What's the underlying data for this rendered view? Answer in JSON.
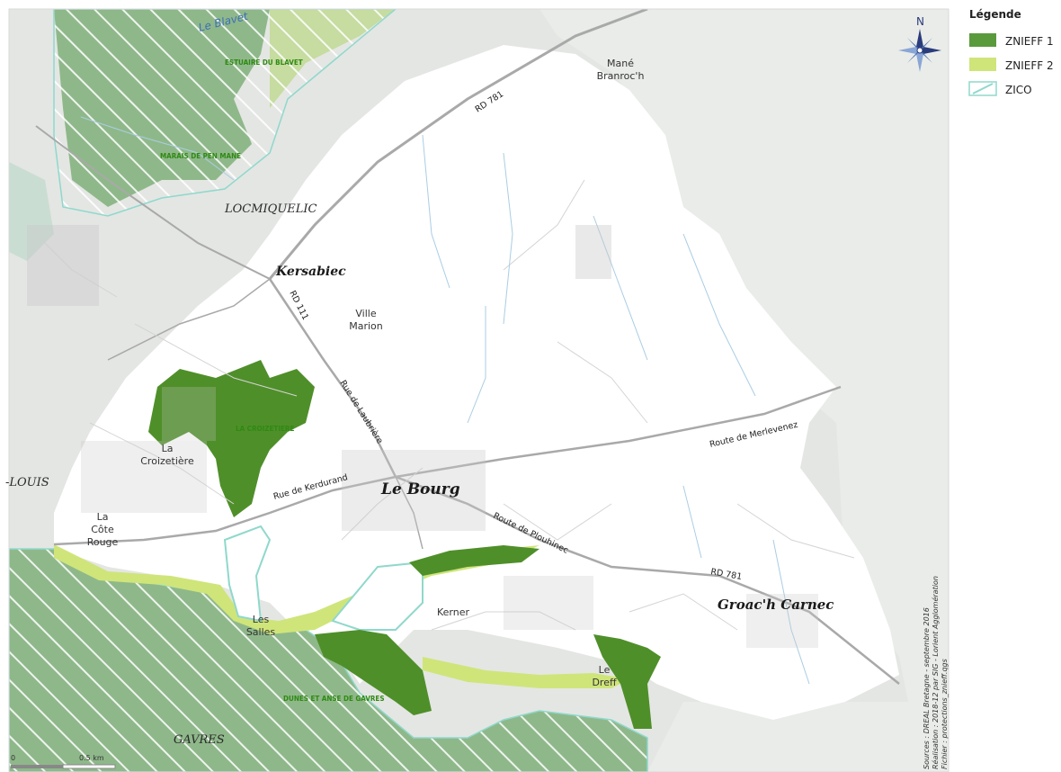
{
  "map": {
    "legend": {
      "title": "Légende",
      "items": [
        {
          "label": "ZNIEFF 1",
          "color": "#5a9a3d"
        },
        {
          "label": "ZNIEFF 2",
          "color": "#cfe57a"
        },
        {
          "label": "ZICO",
          "color": "#8fd8cc"
        }
      ]
    },
    "north_label": "N",
    "zones": {
      "estuaire": "ESTUAIRE DU BLAVET",
      "pen_mane": "MARAIS DE PEN MANE",
      "croizetiere": "LA CROIZETIERE",
      "gavres_dunes": "DUNES ET ANSE DE GAVRES"
    },
    "water": {
      "blavet": "Le Blavet"
    },
    "towns": {
      "locmiquelic": "LOCMIQUELIC",
      "port_louis": "-LOUIS",
      "gavres": "GAVRES"
    },
    "places": {
      "kersabiec": "Kersabiec",
      "le_bourg": "Le Bourg",
      "groach_carnec": "Groac'h Carnec",
      "mane_1": "Mané",
      "mane_2": "Branroc'h",
      "ville_1": "Ville",
      "ville_2": "Marion",
      "croiz_1": "La",
      "croiz_2": "Croizetière",
      "cote_1": "La",
      "cote_2": "Côte",
      "cote_3": "Rouge",
      "salles_1": "Les",
      "salles_2": "Salles",
      "kerner": "Kerner",
      "dreff_1": "Le",
      "dreff_2": "Dreff"
    },
    "roads": {
      "rd781_north": "RD 781",
      "rd111": "RD 111",
      "laubriere": "Rue de Laubrière",
      "kerdurand": "Rue de Kerdurand",
      "merlevenez": "Route de Merlevenez",
      "plouhinec": "Route de Plouhinec",
      "rd781_east": "RD 781"
    },
    "scale": {
      "zero": "0",
      "label": "0.5 km"
    },
    "credits": [
      "Sources : DREAL Bretagne - septembre 2016",
      "Réalisation : 2018-12 par SIG - Lorient Agglomération",
      "Fichier : protections_znieff.qgs"
    ]
  }
}
